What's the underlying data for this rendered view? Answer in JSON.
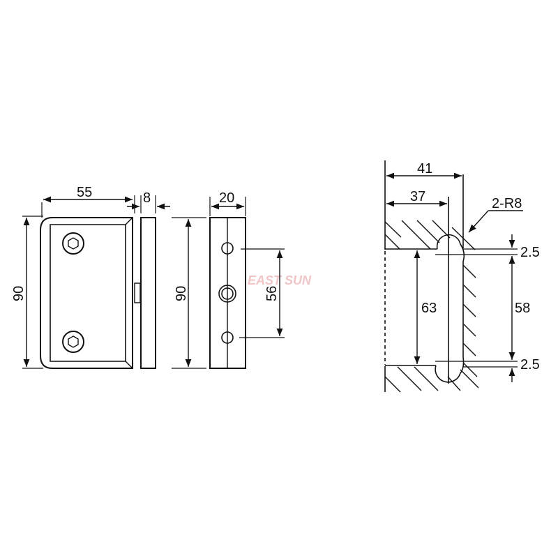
{
  "drawing": {
    "type": "hinge technical drawing",
    "watermark": "EAST SUN",
    "front_view": {
      "width_label": "55",
      "thickness_label": "8",
      "height_label": "90",
      "screws": 2
    },
    "side_view": {
      "width_label": "20",
      "height_label": "90",
      "hole_spacing_label": "56",
      "holes": 3
    },
    "glass_cutout_view": {
      "outer_width_label": "41",
      "inner_width_label": "37",
      "radius_label": "2-R8",
      "top_offset_label": "2.5",
      "bottom_offset_label": "2.5",
      "inner_height_label": "58",
      "overall_height_label": "63"
    }
  }
}
